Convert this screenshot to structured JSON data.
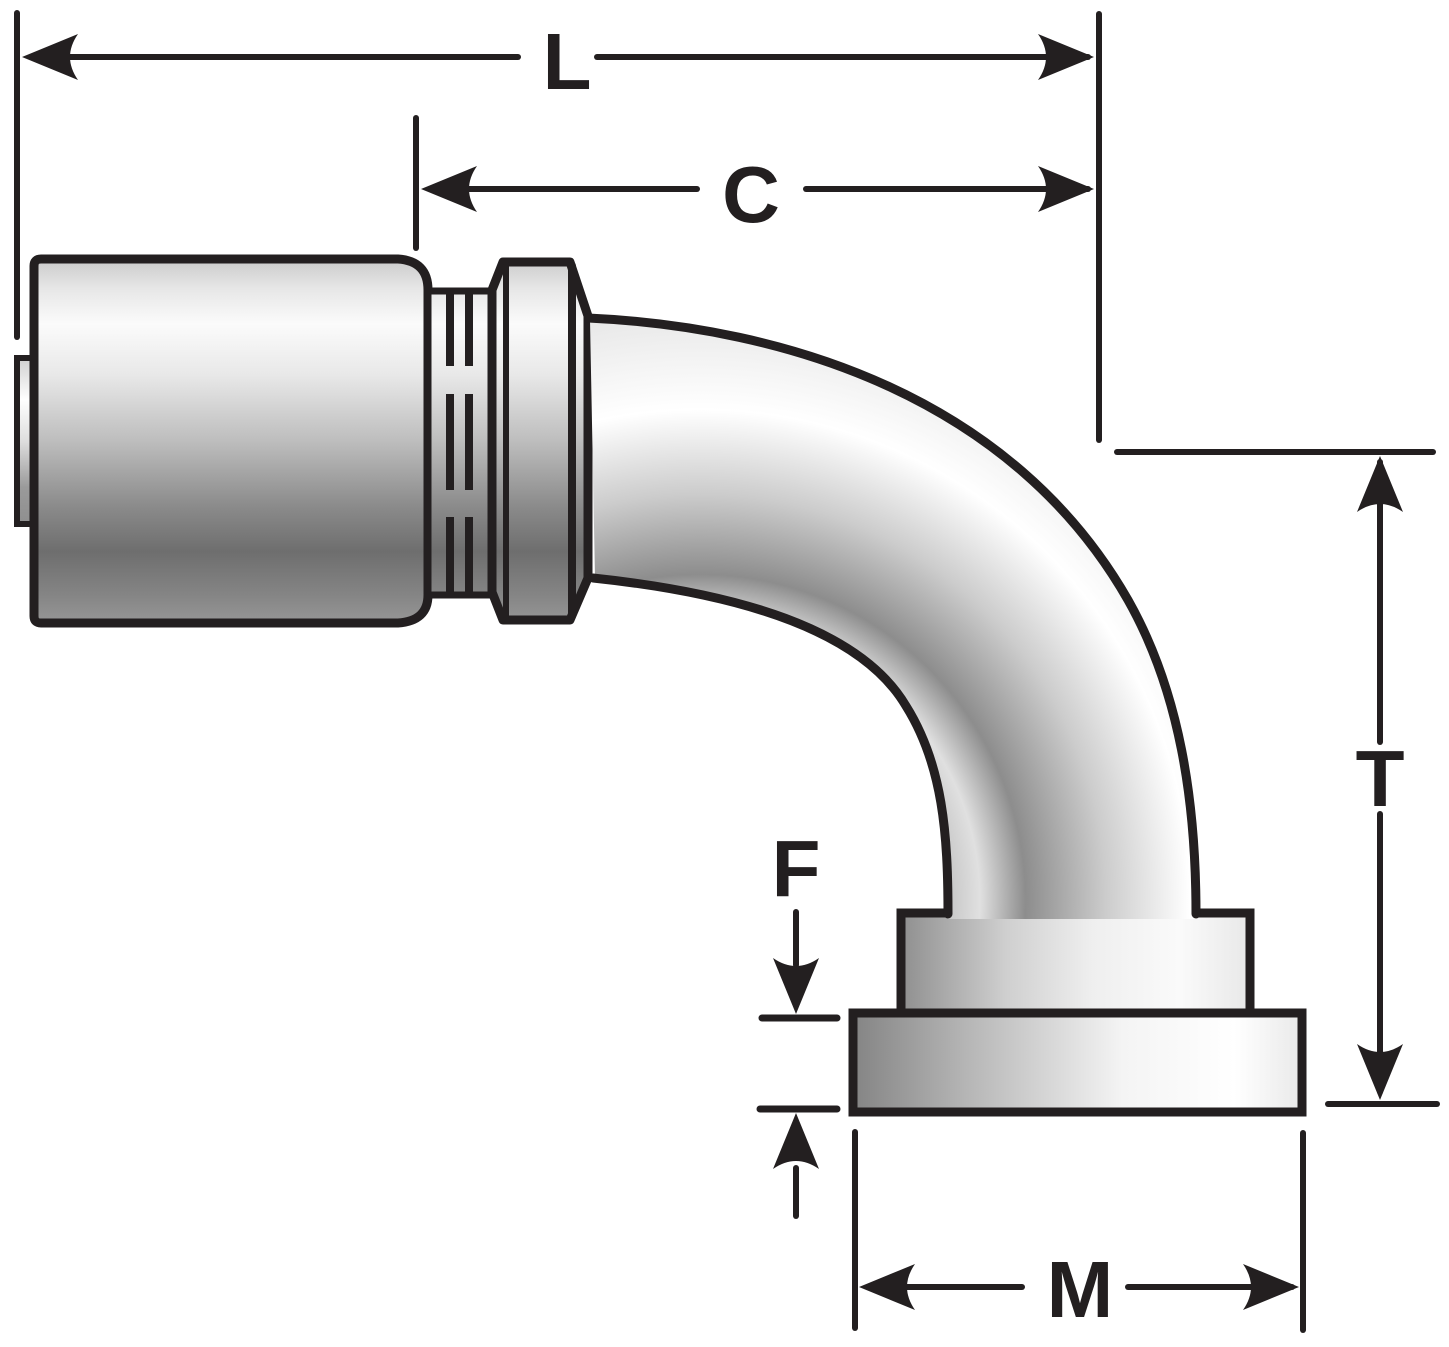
{
  "diagram": {
    "kind": "technical-dimension-drawing",
    "line_color": "#231f20",
    "background": "#ffffff",
    "metal_highlight": "#fbfbfb",
    "metal_shadow": "#6e6e6e",
    "labels": {
      "length": "L",
      "cutoff": "C",
      "drop": "T",
      "flange_thickness": "F",
      "flange_diameter": "M"
    }
  }
}
